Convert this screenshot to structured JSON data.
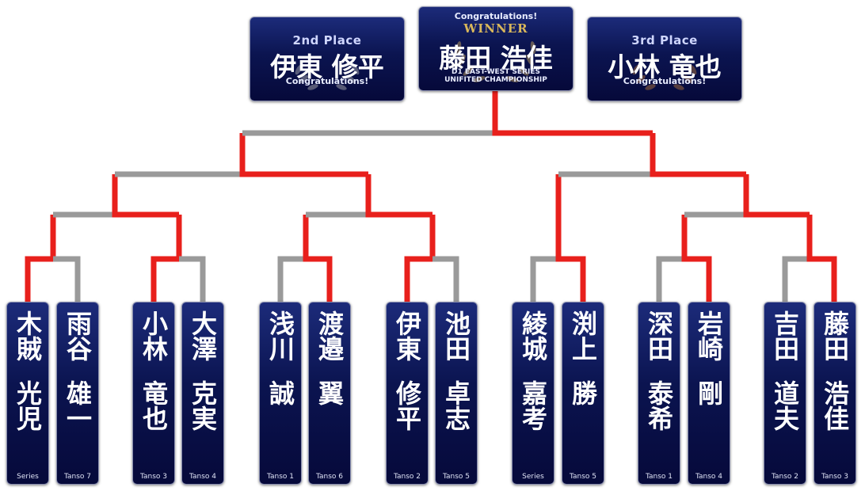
{
  "awards": {
    "second": {
      "place": "2nd Place",
      "name": "伊東 修平",
      "congrats": "Congratulations!"
    },
    "winner": {
      "congrats": "Congratulations!",
      "title": "WINNER",
      "name": "藤田 浩佳",
      "series_line1": "D1 EAST-WEST SERIES",
      "series_line2": "UNIFITED CHAMPIONSHIP"
    },
    "third": {
      "place": "3rd Place",
      "name": "小林 竜也",
      "congrats": "Congratulations!"
    }
  },
  "players": [
    {
      "given_family": "木賊",
      "given_name": "光児",
      "seed": "Series"
    },
    {
      "given_family": "雨谷",
      "given_name": "雄一",
      "seed": "Tanso 7"
    },
    {
      "given_family": "小林",
      "given_name": "竜也",
      "seed": "Tanso 3"
    },
    {
      "given_family": "大澤",
      "given_name": "克実",
      "seed": "Tanso 4"
    },
    {
      "given_family": "浅川",
      "given_name": "誠",
      "seed": "Tanso 1"
    },
    {
      "given_family": "渡邉",
      "given_name": "翼",
      "seed": "Tanso 6"
    },
    {
      "given_family": "伊東",
      "given_name": "修平",
      "seed": "Tanso 2"
    },
    {
      "given_family": "池田",
      "given_name": "卓志",
      "seed": "Tanso 5"
    },
    {
      "given_family": "綾城",
      "given_name": "嘉考",
      "seed": "Series"
    },
    {
      "given_family": "渕上",
      "given_name": "勝",
      "seed": "Tanso 5"
    },
    {
      "given_family": "深田",
      "given_name": "泰希",
      "seed": "Tanso 1"
    },
    {
      "given_family": "岩崎",
      "given_name": "剛",
      "seed": "Tanso 4"
    },
    {
      "given_family": "吉田",
      "given_name": "道夫",
      "seed": "Tanso 2"
    },
    {
      "given_family": "藤田",
      "given_name": "浩佳",
      "seed": "Tanso 3"
    }
  ],
  "colors": {
    "win": "#e8201c",
    "lose": "#9a9a9a",
    "card_top": "#1c2b7a",
    "card_bottom": "#06093a"
  }
}
